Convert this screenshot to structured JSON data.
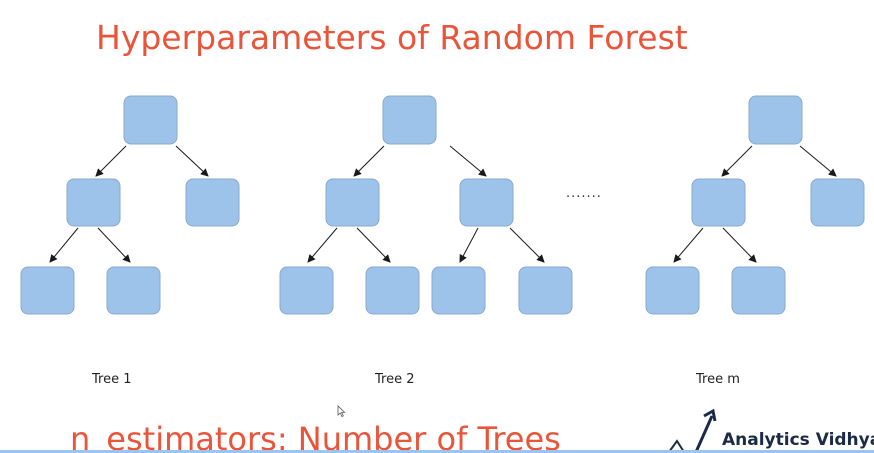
{
  "title": "Hyperparameters of Random Forest",
  "trees": [
    {
      "label": "Tree 1"
    },
    {
      "label": "Tree 2"
    },
    {
      "label": "Tree m"
    }
  ],
  "ellipsis": ".......",
  "subtitle": "n_estimators: Number of Trees",
  "brand": {
    "name": "Analytics Vidhya"
  },
  "colors": {
    "title": "#e8553a",
    "node_fill": "#9dc3ea",
    "node_stroke": "#8aa9c9",
    "arrow": "#1a1a1a",
    "brand": "#1b2b45",
    "bar": "#9cc4ee"
  }
}
